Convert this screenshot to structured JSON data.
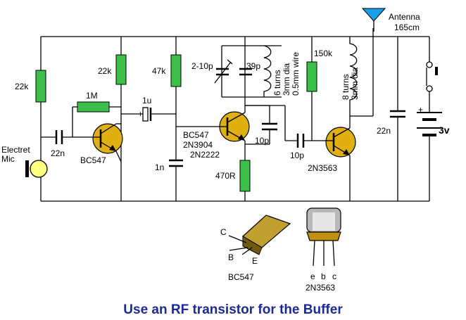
{
  "labels": {
    "antenna": "Antenna",
    "antenna_len": "165cm",
    "r22k_a": "22k",
    "r22k_b": "22k",
    "r1m": "1M",
    "c1u": "1u",
    "r47k": "47k",
    "trim": "2-10p",
    "c39p": "39p",
    "coil1_a": "6 turns",
    "coil1_b": "3mm dia",
    "coil1_c": "0.5mm wire",
    "r150k": "150k",
    "coil2_a": "8 turns",
    "coil2_b": "3mm dia",
    "c22n_a": "22n",
    "c22n_b": "22n",
    "battery": "3v",
    "mic_a": "Electret",
    "mic_b": "Mic",
    "q1": "BC547",
    "q2_a": "BC547",
    "q2_b": "2N3904",
    "q2_c": "2N2222",
    "c1n": "1n",
    "c10p_a": "10p",
    "c10p_b": "10p",
    "r470": "470R",
    "q3": "2N3563",
    "pin_c": "C",
    "pin_b": "B",
    "pin_e": "E",
    "pkg1": "BC547",
    "pkg2_e": "e",
    "pkg2_b": "b",
    "pkg2_c": "c",
    "pkg2": "2N3563",
    "polarity_1u": "+",
    "polarity_bat": "+",
    "caption": "Use an RF transistor for the Buffer"
  },
  "colors": {
    "resistor": "#3cc04a",
    "transistor": "#e0b010",
    "caption": "#1c2b8f",
    "antenna": "#1aa0e8",
    "mic": "#ffff80"
  }
}
